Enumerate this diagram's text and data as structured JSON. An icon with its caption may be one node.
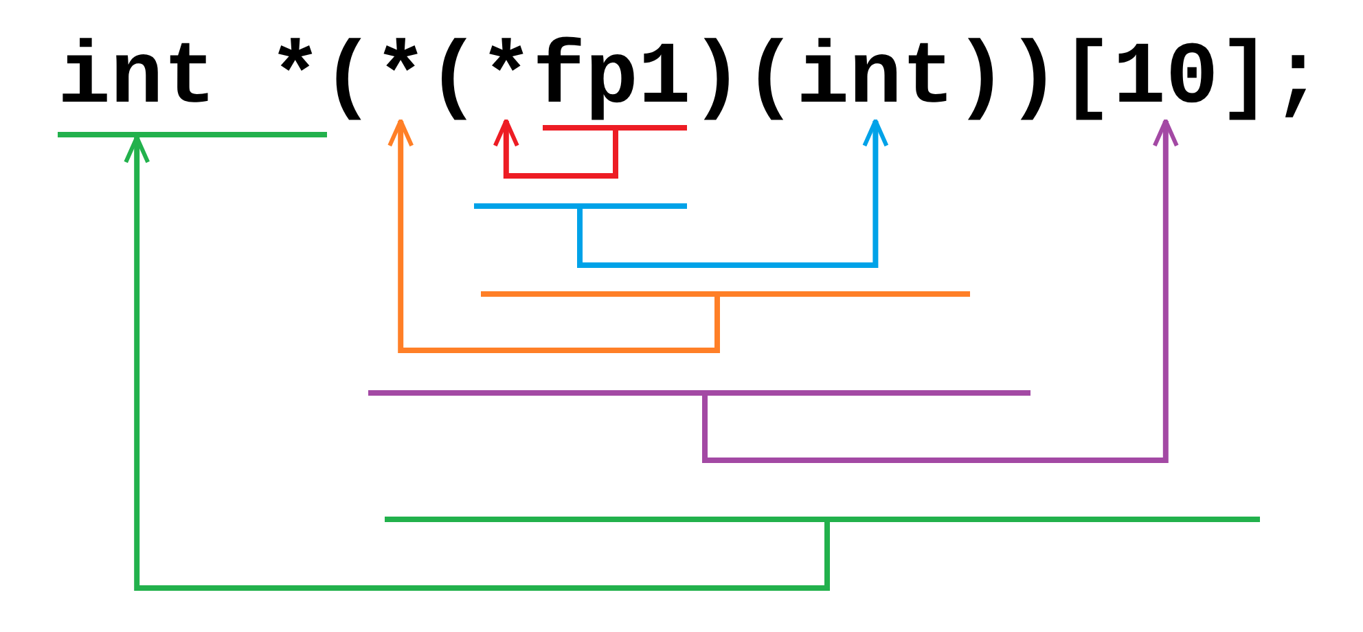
{
  "diagram": {
    "nodes": [
      {
        "text": [
          "int"
        ]
      },
      {
        "text": [
          "*"
        ]
      },
      {
        "text": [
          "("
        ]
      },
      {
        "text": [
          "*"
        ]
      },
      {
        "text": [
          "("
        ]
      },
      {
        "text": [
          "*"
        ]
      },
      {
        "text": [
          "fp1"
        ]
      },
      {
        "text": [
          ")"
        ]
      },
      {
        "text": [
          "(int)"
        ]
      },
      {
        "text": [
          ")"
        ]
      },
      {
        "text": [
          "[10]"
        ]
      },
      {
        "text": [
          ";"
        ]
      },
      {
        "text": [],
        "shape": "bar"
      },
      {
        "text": [],
        "shape": "bar"
      },
      {
        "text": [],
        "shape": "bar"
      },
      {
        "text": [],
        "shape": "bar"
      },
      {
        "text": [],
        "shape": "bar"
      }
    ],
    "edges": [
      {
        "from": 12,
        "to": 5,
        "arrow": "to",
        "color": "#ed1c24"
      },
      {
        "from": 13,
        "to": 8,
        "arrow": "to",
        "color": "#00a2e8"
      },
      {
        "from": 14,
        "to": 3,
        "arrow": "to",
        "color": "#ff7f27"
      },
      {
        "from": 15,
        "to": 10,
        "arrow": "to",
        "color": "#a349a4"
      },
      {
        "from": 16,
        "to": 0,
        "arrow": "to",
        "color": "#22b14c"
      }
    ]
  }
}
